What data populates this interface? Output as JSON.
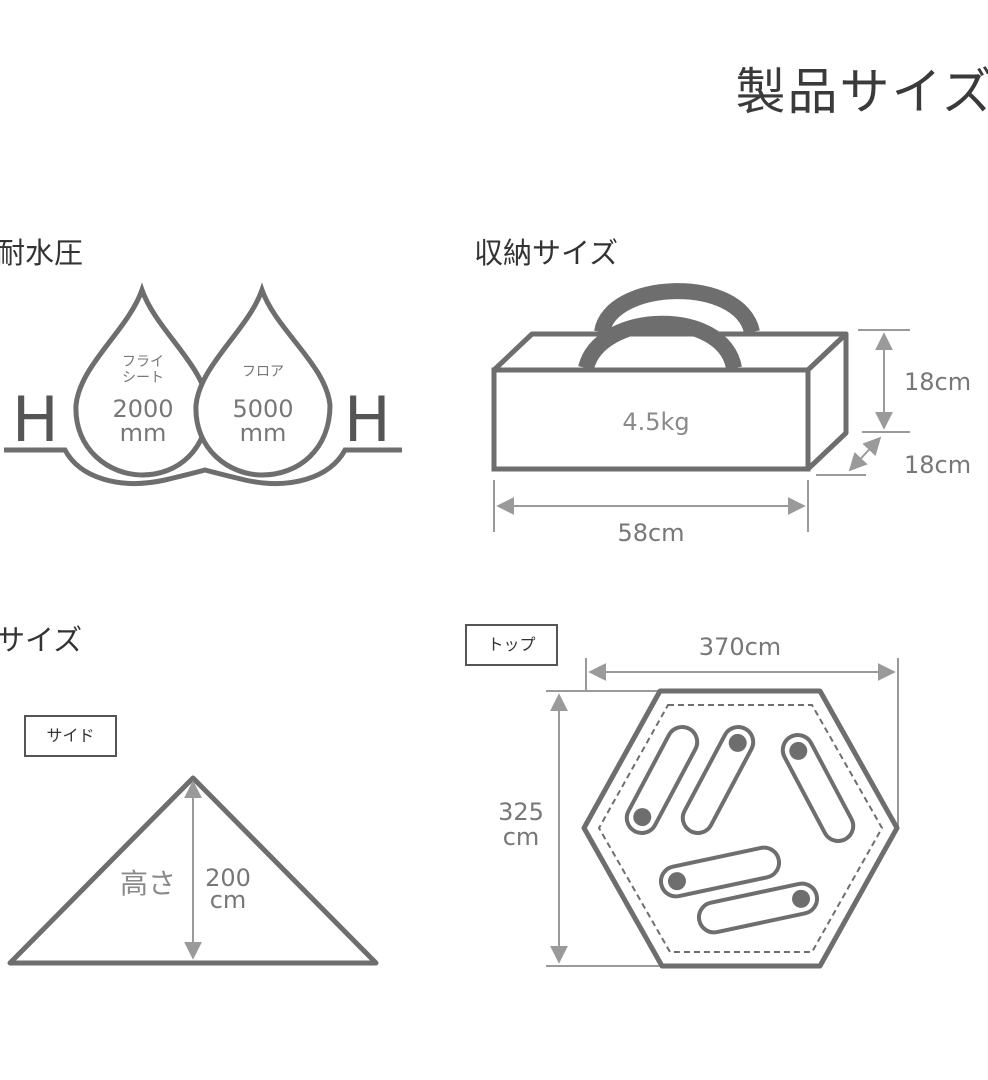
{
  "page_title": "製品サイズ",
  "waterproof": {
    "title": "耐水圧",
    "h_left": "H",
    "h_right": "H",
    "fly": {
      "label_line1": "フライ",
      "label_line2": "シート",
      "value": "2000",
      "unit": "mm"
    },
    "floor": {
      "label": "フロア",
      "value": "5000",
      "unit": "mm"
    }
  },
  "storage": {
    "title": "収納サイズ",
    "weight": "4.5kg",
    "height": "18cm",
    "depth": "18cm",
    "width": "58cm"
  },
  "size": {
    "title": "サイズ",
    "side_label": "サイド",
    "height_label": "高さ",
    "height_value": "200",
    "height_unit": "cm"
  },
  "top_view": {
    "label": "トップ",
    "width": "370cm",
    "depth_value": "325",
    "depth_unit": "cm"
  },
  "colors": {
    "line": "#6e6e6e",
    "dim_line": "#9a9a9a",
    "text": "#555555"
  }
}
